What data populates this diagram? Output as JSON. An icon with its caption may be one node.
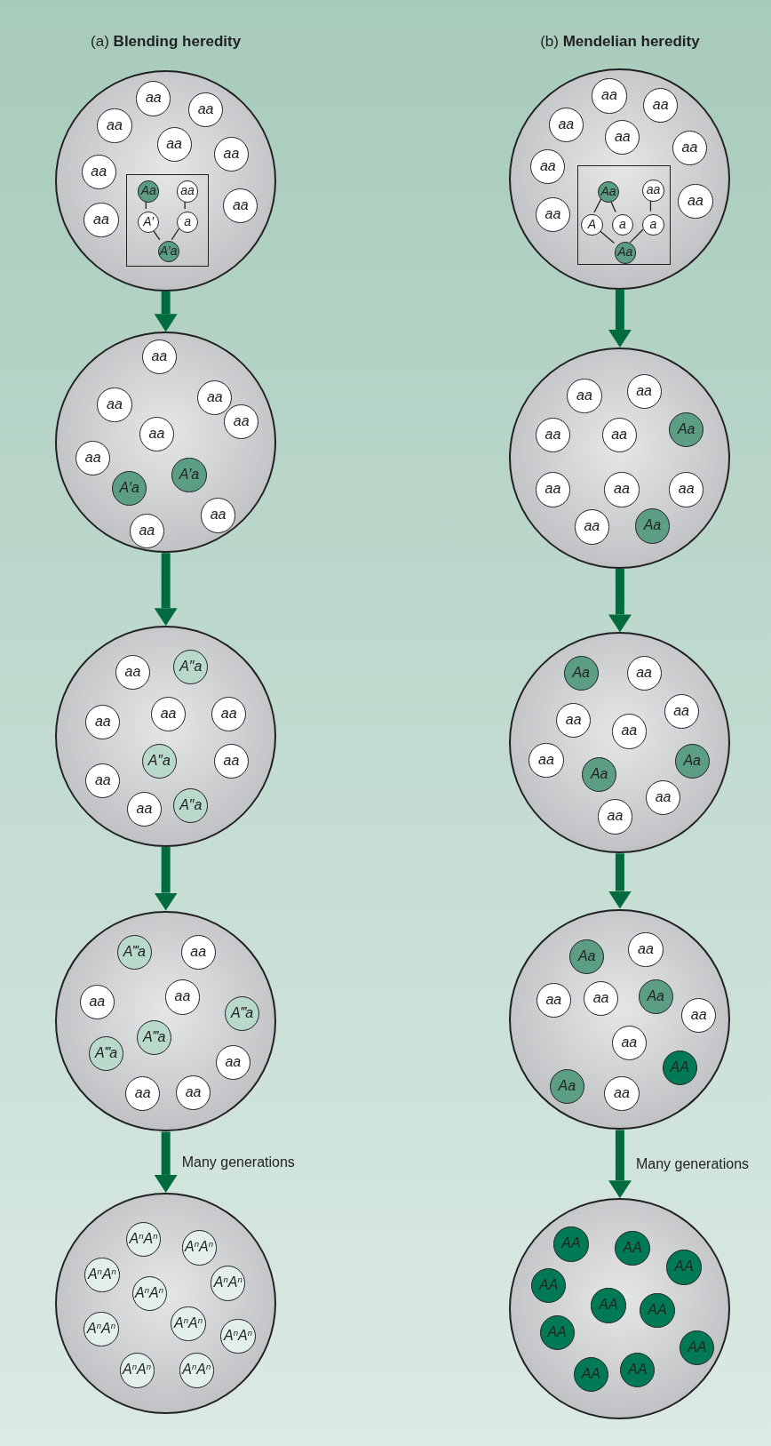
{
  "diagram": {
    "nodes": [
      {
        "text": [],
        "shape": "circle"
      },
      {
        "text": [
          "aa"
        ],
        "in": 0
      },
      {
        "text": [
          "aa"
        ],
        "in": 0
      },
      {
        "text": [
          "aa"
        ],
        "in": 0
      },
      {
        "text": [
          "aa"
        ],
        "in": 0
      },
      {
        "text": [
          "aa"
        ],
        "in": 0
      },
      {
        "text": [
          "aa"
        ],
        "in": 0
      },
      {
        "text": [
          "aa"
        ],
        "in": 0
      },
      {
        "text": [
          "aa"
        ],
        "in": 0
      },
      {
        "text": [],
        "shape": "box",
        "in": 0
      },
      {
        "text": [
          "Aa"
        ],
        "in": 9
      },
      {
        "text": [
          "aa"
        ],
        "in": 9
      },
      {
        "text": [
          "A′"
        ],
        "in": 9
      },
      {
        "text": [
          "a"
        ],
        "in": 9
      },
      {
        "text": [
          "A′a"
        ],
        "in": 9
      },
      {
        "text": [],
        "shape": "circle"
      },
      {
        "text": [
          "aa"
        ],
        "in": 15
      },
      {
        "text": [
          "aa"
        ],
        "in": 15
      },
      {
        "text": [
          "aa"
        ],
        "in": 15
      },
      {
        "text": [
          "aa"
        ],
        "in": 15
      },
      {
        "text": [
          "aa"
        ],
        "in": 15
      },
      {
        "text": [
          "aa"
        ],
        "in": 15
      },
      {
        "text": [
          "aa"
        ],
        "in": 15
      },
      {
        "text": [
          "aa"
        ],
        "in": 15
      },
      {
        "text": [],
        "shape": "box",
        "in": 15
      },
      {
        "text": [
          "Aa"
        ],
        "in": 24
      },
      {
        "text": [
          "aa"
        ],
        "in": 24
      },
      {
        "text": [
          "A"
        ],
        "in": 24
      },
      {
        "text": [
          "a"
        ],
        "in": 24
      },
      {
        "text": [
          "a"
        ],
        "in": 24
      },
      {
        "text": [
          "Aa"
        ],
        "in": 24
      },
      {
        "text": [],
        "shape": "circle"
      },
      {
        "text": [
          "aa"
        ],
        "in": 31
      },
      {
        "text": [
          "aa"
        ],
        "in": 31
      },
      {
        "text": [
          "aa"
        ],
        "in": 31
      },
      {
        "text": [
          "aa"
        ],
        "in": 31
      },
      {
        "text": [
          "aa"
        ],
        "in": 31
      },
      {
        "text": [
          "aa"
        ],
        "in": 31
      },
      {
        "text": [
          "A′a"
        ],
        "in": 31
      },
      {
        "text": [
          "A′a"
        ],
        "in": 31
      },
      {
        "text": [
          "aa"
        ],
        "in": 31
      },
      {
        "text": [
          "aa"
        ],
        "in": 31
      },
      {
        "text": [],
        "shape": "circle"
      },
      {
        "text": [
          "aa"
        ],
        "in": 42
      },
      {
        "text": [
          "aa"
        ],
        "in": 42
      },
      {
        "text": [
          "aa"
        ],
        "in": 42
      },
      {
        "text": [
          "aa"
        ],
        "in": 42
      },
      {
        "text": [
          "Aa"
        ],
        "in": 42
      },
      {
        "text": [
          "aa"
        ],
        "in": 42
      },
      {
        "text": [
          "aa"
        ],
        "in": 42
      },
      {
        "text": [
          "aa"
        ],
        "in": 42
      },
      {
        "text": [
          "aa"
        ],
        "in": 42
      },
      {
        "text": [
          "Aa"
        ],
        "in": 42
      },
      {
        "text": [],
        "shape": "circle"
      },
      {
        "text": [
          "aa"
        ],
        "in": 53
      },
      {
        "text": [
          "A″a"
        ],
        "in": 53
      },
      {
        "text": [
          "aa"
        ],
        "in": 53
      },
      {
        "text": [
          "aa"
        ],
        "in": 53
      },
      {
        "text": [
          "aa"
        ],
        "in": 53
      },
      {
        "text": [
          "A″a"
        ],
        "in": 53
      },
      {
        "text": [
          "aa"
        ],
        "in": 53
      },
      {
        "text": [
          "aa"
        ],
        "in": 53
      },
      {
        "text": [
          "aa"
        ],
        "in": 53
      },
      {
        "text": [
          "A″a"
        ],
        "in": 53
      },
      {
        "text": [],
        "shape": "circle"
      },
      {
        "text": [
          "Aa"
        ],
        "in": 64
      },
      {
        "text": [
          "aa"
        ],
        "in": 64
      },
      {
        "text": [
          "aa"
        ],
        "in": 64
      },
      {
        "text": [
          "aa"
        ],
        "in": 64
      },
      {
        "text": [
          "aa"
        ],
        "in": 64
      },
      {
        "text": [
          "aa"
        ],
        "in": 64
      },
      {
        "text": [
          "Aa"
        ],
        "in": 64
      },
      {
        "text": [
          "Aa"
        ],
        "in": 64
      },
      {
        "text": [
          "aa"
        ],
        "in": 64
      },
      {
        "text": [
          "aa"
        ],
        "in": 64
      },
      {
        "text": [],
        "shape": "circle"
      },
      {
        "text": [
          "A‴a"
        ],
        "in": 75
      },
      {
        "text": [
          "aa"
        ],
        "in": 75
      },
      {
        "text": [
          "aa"
        ],
        "in": 75
      },
      {
        "text": [
          "aa"
        ],
        "in": 75
      },
      {
        "text": [
          "A‴a"
        ],
        "in": 75
      },
      {
        "text": [
          "A‴a"
        ],
        "in": 75
      },
      {
        "text": [
          "A‴a"
        ],
        "in": 75
      },
      {
        "text": [
          "aa"
        ],
        "in": 75
      },
      {
        "text": [
          "aa"
        ],
        "in": 75
      },
      {
        "text": [
          "aa"
        ],
        "in": 75
      },
      {
        "text": [],
        "shape": "circle"
      },
      {
        "text": [
          "Aa"
        ],
        "in": 86
      },
      {
        "text": [
          "aa"
        ],
        "in": 86
      },
      {
        "text": [
          "aa"
        ],
        "in": 86
      },
      {
        "text": [
          "aa"
        ],
        "in": 86
      },
      {
        "text": [
          "Aa"
        ],
        "in": 86
      },
      {
        "text": [
          "aa"
        ],
        "in": 86
      },
      {
        "text": [
          "aa"
        ],
        "in": 86
      },
      {
        "text": [
          "Aa"
        ],
        "in": 86
      },
      {
        "text": [
          "AA"
        ],
        "in": 86
      },
      {
        "text": [
          "aa"
        ],
        "in": 86
      },
      {
        "text": [],
        "shape": "circle"
      },
      {
        "text": [
          "A$^{n}$A$^{n}$"
        ],
        "in": 97
      },
      {
        "text": [
          "A$^{n}$A$^{n}$"
        ],
        "in": 97
      },
      {
        "text": [
          "A$^{n}$A$^{n}$"
        ],
        "in": 97
      },
      {
        "text": [
          "A$^{n}$A$^{n}$"
        ],
        "in": 97
      },
      {
        "text": [
          "A$^{n}$A$^{n}$"
        ],
        "in": 97
      },
      {
        "text": [
          "A$^{n}$A$^{n}$"
        ],
        "in": 97
      },
      {
        "text": [
          "A$^{n}$A$^{n}$"
        ],
        "in": 97
      },
      {
        "text": [
          "A$^{n}$A$^{n}$"
        ],
        "in": 97
      },
      {
        "text": [
          "A$^{n}$A$^{n}$"
        ],
        "in": 97
      },
      {
        "text": [
          "A$^{n}$A$^{n}$"
        ],
        "in": 97
      },
      {
        "text": [],
        "shape": "circle"
      },
      {
        "text": [
          "AA"
        ],
        "in": 108
      },
      {
        "text": [
          "AA"
        ],
        "in": 108
      },
      {
        "text": [
          "AA"
        ],
        "in": 108
      },
      {
        "text": [
          "AA"
        ],
        "in": 108
      },
      {
        "text": [
          "AA"
        ],
        "in": 108
      },
      {
        "text": [
          "AA"
        ],
        "in": 108
      },
      {
        "text": [
          "AA"
        ],
        "in": 108
      },
      {
        "text": [
          "AA"
        ],
        "in": 108
      },
      {
        "text": [
          "AA"
        ],
        "in": 108
      },
      {
        "text": [
          "AA"
        ],
        "in": 108
      }
    ],
    "edges": [
      {
        "from": 10,
        "to": 12,
        "arrow": "none"
      },
      {
        "from": 11,
        "to": 13,
        "arrow": "none"
      },
      {
        "from": 12,
        "to": 14,
        "arrow": "none"
      },
      {
        "from": 13,
        "to": 14,
        "arrow": "none"
      },
      {
        "from": 25,
        "to": 27,
        "arrow": "none"
      },
      {
        "from": 25,
        "to": 28,
        "arrow": "none"
      },
      {
        "from": 26,
        "to": 29,
        "arrow": "none"
      },
      {
        "from": 27,
        "to": 30,
        "arrow": "none"
      },
      {
        "from": 29,
        "to": 30,
        "arrow": "none"
      },
      {
        "from": 0,
        "to": 31,
        "arrow": "to",
        "style": "thick",
        "color": "#006b3f"
      },
      {
        "from": 31,
        "to": 53,
        "arrow": "to",
        "style": "thick",
        "color": "#006b3f"
      },
      {
        "from": 53,
        "to": 75,
        "arrow": "to",
        "style": "thick",
        "color": "#006b3f"
      },
      {
        "from": 75,
        "to": 97,
        "arrow": "to",
        "style": "thick",
        "color": "#006b3f",
        "label": "Many generations"
      },
      {
        "from": 15,
        "to": 42,
        "arrow": "to",
        "style": "thick",
        "color": "#006b3f"
      },
      {
        "from": 42,
        "to": 64,
        "arrow": "to",
        "style": "thick",
        "color": "#006b3f"
      },
      {
        "from": 64,
        "to": 86,
        "arrow": "to",
        "style": "thick",
        "color": "#006b3f"
      },
      {
        "from": 86,
        "to": 108,
        "arrow": "to",
        "style": "thick",
        "color": "#006b3f",
        "label": "Many generations"
      }
    ],
    "labels": [
      "(a) **Blending heredity**",
      "(b) **Mendelian heredity**"
    ]
  }
}
